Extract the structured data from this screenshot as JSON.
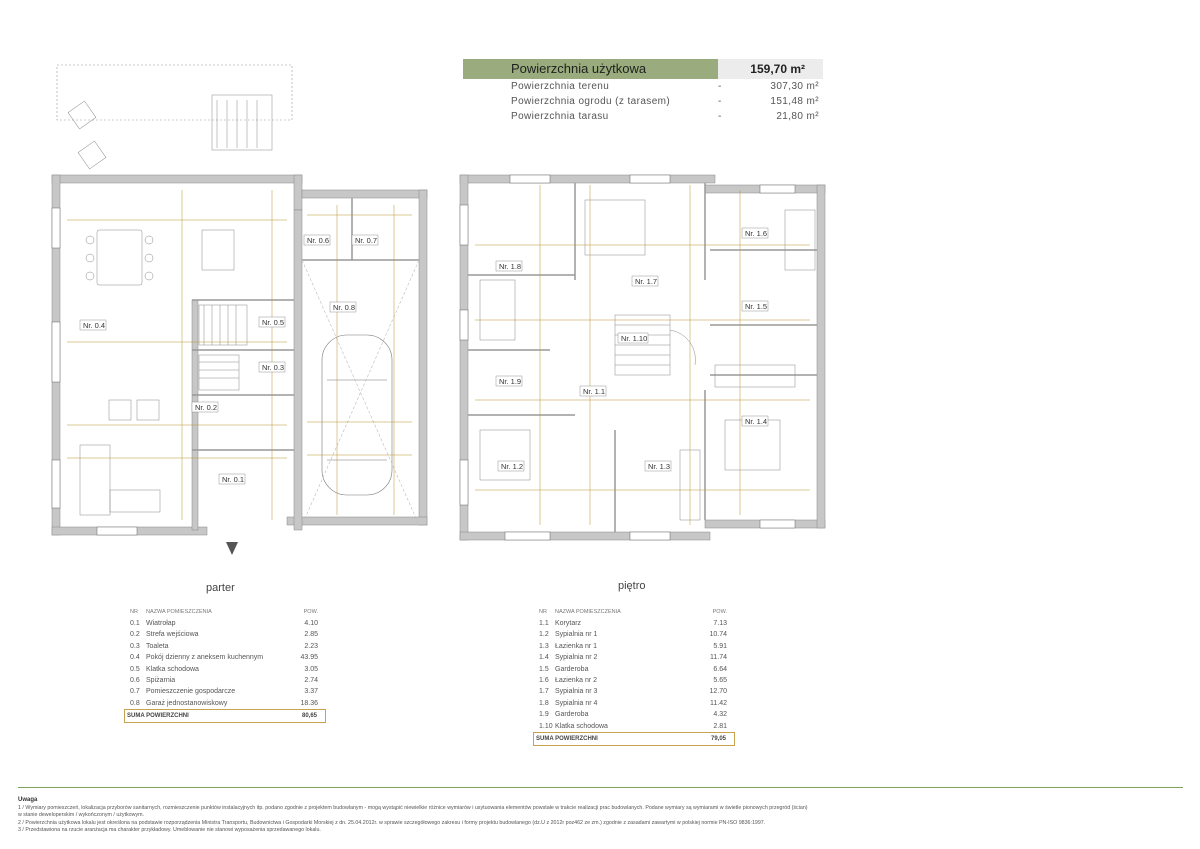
{
  "summary": {
    "title": "Powierzchnia użytkowa",
    "value": "159,70 m²",
    "rows": [
      {
        "name": "Powierzchnia terenu",
        "dash": "-",
        "value": "307,30 m²"
      },
      {
        "name": "Powierzchnia ogrodu (z tarasem)",
        "dash": "-",
        "value": "151,48 m²"
      },
      {
        "name": "Powierzchnia tarasu",
        "dash": "-",
        "value": "21,80 m²"
      }
    ]
  },
  "ground": {
    "label": "parter",
    "rooms": [
      "Nr. 0.1",
      "Nr. 0.2",
      "Nr. 0.3",
      "Nr. 0.4",
      "Nr. 0.5",
      "Nr. 0.6",
      "Nr. 0.7",
      "Nr. 0.8"
    ],
    "table": {
      "headers": {
        "nr": "NR",
        "name": "NAZWA POMIESZCZENIA",
        "area": "POW."
      },
      "rows": [
        {
          "nr": "0.1",
          "name": "Wiatrołap",
          "area": "4.10"
        },
        {
          "nr": "0.2",
          "name": "Strefa wejściowa",
          "area": "2.85"
        },
        {
          "nr": "0.3",
          "name": "Toaleta",
          "area": "2.23"
        },
        {
          "nr": "0.4",
          "name": "Pokój dzienny z aneksem kuchennym",
          "area": "43.95"
        },
        {
          "nr": "0.5",
          "name": "Klatka schodowa",
          "area": "3.05"
        },
        {
          "nr": "0.6",
          "name": "Spiżarnia",
          "area": "2.74"
        },
        {
          "nr": "0.7",
          "name": "Pomieszczenie gospodarcze",
          "area": "3.37"
        },
        {
          "nr": "0.8",
          "name": "Garaż jednostanowiskowy",
          "area": "18.36"
        }
      ],
      "total": {
        "label": "SUMA POWIERZCHNI",
        "value": "80,65"
      }
    }
  },
  "upper": {
    "label": "piętro",
    "rooms": [
      "Nr. 1.1",
      "Nr. 1.2",
      "Nr. 1.3",
      "Nr. 1.4",
      "Nr. 1.5",
      "Nr. 1.6",
      "Nr. 1.7",
      "Nr. 1.8",
      "Nr. 1.9",
      "Nr. 1.10"
    ],
    "table": {
      "headers": {
        "nr": "NR",
        "name": "NAZWA POMIESZCZENIA",
        "area": "POW."
      },
      "rows": [
        {
          "nr": "1.1",
          "name": "Korytarz",
          "area": "7.13"
        },
        {
          "nr": "1.2",
          "name": "Sypialnia nr 1",
          "area": "10.74"
        },
        {
          "nr": "1.3",
          "name": "Łazienka nr 1",
          "area": "5.91"
        },
        {
          "nr": "1.4",
          "name": "Sypialnia nr 2",
          "area": "11.74"
        },
        {
          "nr": "1.5",
          "name": "Garderoba",
          "area": "6.64"
        },
        {
          "nr": "1.6",
          "name": "Łazienka nr 2",
          "area": "5.65"
        },
        {
          "nr": "1.7",
          "name": "Sypialnia nr 3",
          "area": "12.70"
        },
        {
          "nr": "1.8",
          "name": "Sypialnia nr 4",
          "area": "11.42"
        },
        {
          "nr": "1.9",
          "name": "Garderoba",
          "area": "4.32"
        },
        {
          "nr": "1.10",
          "name": "Klatka schodowa",
          "area": "2.81"
        }
      ],
      "total": {
        "label": "SUMA POWIERZCHNI",
        "value": "79,05"
      }
    }
  },
  "notes": {
    "title": "Uwaga",
    "lines": [
      "1 / Wymiary pomieszczeń, lokalizacja przyborów sanitarnych, rozmieszczenie punktów instalacyjnych itp. podano zgodnie z projektem budowlanym - mogą wystąpić niewielkie różnice wymiarów i usytuowania elementów powstałe w trakcie realizacji prac budowlanych. Podane wymiary są wymiarami w świetle pionowych przegród (ścian)",
      "w stanie deweloperskim / wykończonym / użytkowym.",
      "2 / Powierzchnia użytkowa lokalu jest określona na podstawie rozporządzenia Ministra Transportu, Budownictwa i Gospodarki Morskiej z dn. 25.04.2012r. w sprawie szczegółowego zakresu i formy projektu budowlanego (dz.U z 2012r poz462 ze zm.) zgodnie z zasadami zawartymi w polskiej normie PN-ISO 9836:1997.",
      "3 / Przedstawiona na rzucie aranżacja ma charakter przykładowy. Umeblowanie nie stanowi wyposażenia sprzedawanego lokalu."
    ]
  },
  "colors": {
    "wall": "#bdbdbd",
    "accent": "#9aac7d",
    "dimension": "#b8942e"
  }
}
